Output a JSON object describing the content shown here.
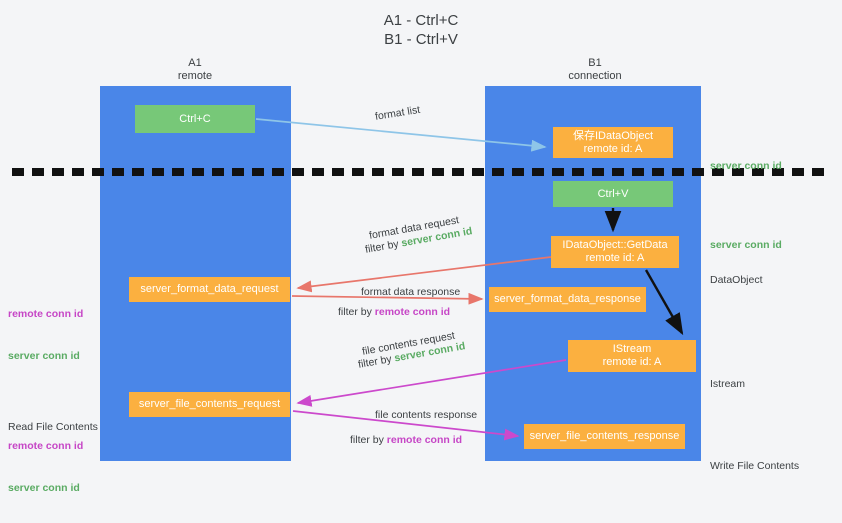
{
  "title": {
    "line1": "A1 - Ctrl+C",
    "line2": "B1 - Ctrl+V"
  },
  "columns": [
    {
      "id": "a1",
      "name": "A1",
      "role": "remote"
    },
    {
      "id": "b1",
      "name": "B1",
      "role": "connection"
    }
  ],
  "colors": {
    "background": "#f4f5f7",
    "column": "#4a86e8",
    "green_box": "#77c878",
    "orange_box": "#fbb040",
    "server_conn_id": "#5aab63",
    "remote_conn_id": "#c646c6",
    "arrow_format_list": "#8ec5e8",
    "arrow_format_data": "#e8766b",
    "arrow_file_contents": "#cc49cc",
    "arrow_internal": "#000000",
    "divider": "#111111"
  },
  "boxes": [
    {
      "id": "ctrl-c",
      "label": "Ctrl+C",
      "sub": "",
      "kind": "green",
      "column": "a1"
    },
    {
      "id": "save-idataobject",
      "label": "保存IDataObject",
      "sub": "remote id: A",
      "kind": "orange",
      "column": "b1"
    },
    {
      "id": "ctrl-v",
      "label": "Ctrl+V",
      "sub": "",
      "kind": "green",
      "column": "b1"
    },
    {
      "id": "getdata",
      "label": "IDataObject::GetData",
      "sub": "remote id: A",
      "kind": "orange",
      "column": "b1"
    },
    {
      "id": "istream",
      "label": "IStream",
      "sub": "remote id: A",
      "kind": "orange",
      "column": "b1"
    },
    {
      "id": "server-format-data-request",
      "label": "server_format_data_request",
      "sub": "",
      "kind": "orange",
      "column": "a1"
    },
    {
      "id": "server-format-data-response",
      "label": "server_format_data_response",
      "sub": "",
      "kind": "orange",
      "column": "b1"
    },
    {
      "id": "server-file-contents-request",
      "label": "server_file_contents_request",
      "sub": "",
      "kind": "orange",
      "column": "a1"
    },
    {
      "id": "server-file-contents-response",
      "label": "server_file_contents_response",
      "sub": "",
      "kind": "orange",
      "column": "b1"
    }
  ],
  "edge_labels": {
    "format_list": "format list",
    "format_data_request": "format data request",
    "format_data_response": "format data response",
    "file_contents_request": "file contents request",
    "file_contents_response": "file contents response",
    "filter_by": "filter by ",
    "server_conn_id": "server conn id",
    "remote_conn_id": "remote conn id"
  },
  "annotations": {
    "server_conn_id": "server conn id",
    "remote_conn_id": "remote conn id",
    "dataobject": "DataObject",
    "istream": "Istream",
    "write_file_contents": "Write File Contents",
    "read_file_contents": "Read File Contents"
  }
}
